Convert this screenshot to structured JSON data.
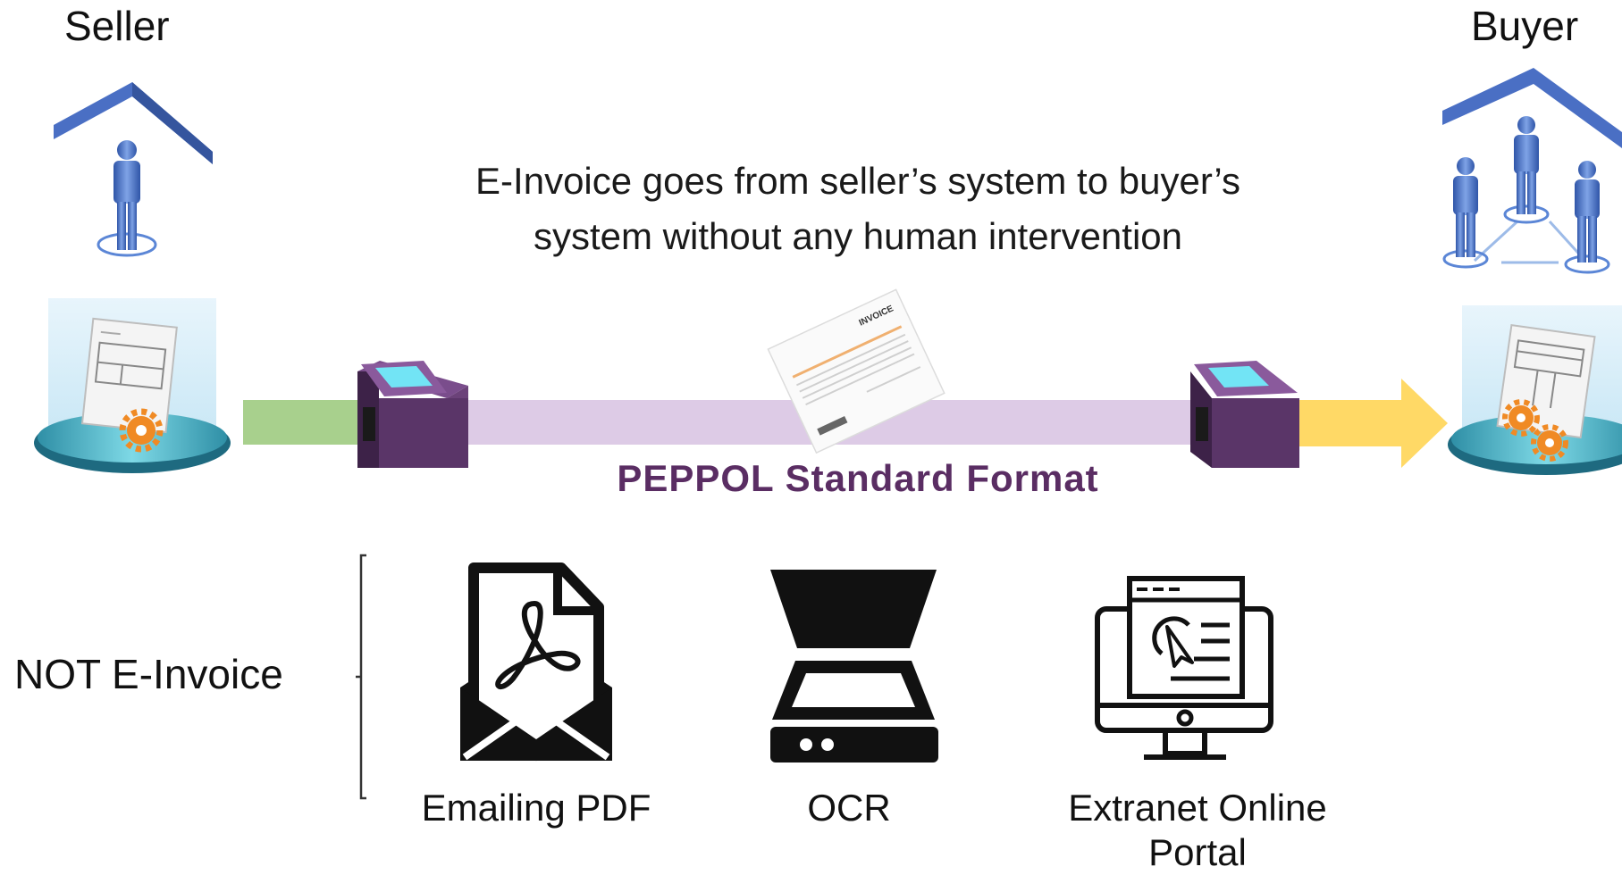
{
  "seller": {
    "title": "Seller"
  },
  "buyer": {
    "title": "Buyer"
  },
  "caption": {
    "line1": "E-Invoice goes from seller’s system to buyer’s",
    "line2": "system without any human intervention"
  },
  "flow": {
    "standard_label": "PEPPOL Standard Format",
    "document_label": "INVOICE"
  },
  "not_einvoice": {
    "label": "NOT E-Invoice",
    "items": [
      {
        "label": "Emailing PDF",
        "icon": "pdf-email-icon"
      },
      {
        "label": "OCR",
        "icon": "scanner-icon"
      },
      {
        "label": "Extranet Online Portal",
        "icon": "web-portal-icon"
      }
    ]
  },
  "colors": {
    "house_roof": "#4a6fc4",
    "person": "#4f7fd1",
    "platform": "#5fc8d6",
    "green_bar": "#a8d08d",
    "pipe": "#ddcbe6",
    "access_point": "#5a3568",
    "access_point_screen": "#72e4f5",
    "yellow_arrow": "#ffd966",
    "gear": "#f08a24",
    "peppol_text": "#5a2d63"
  }
}
